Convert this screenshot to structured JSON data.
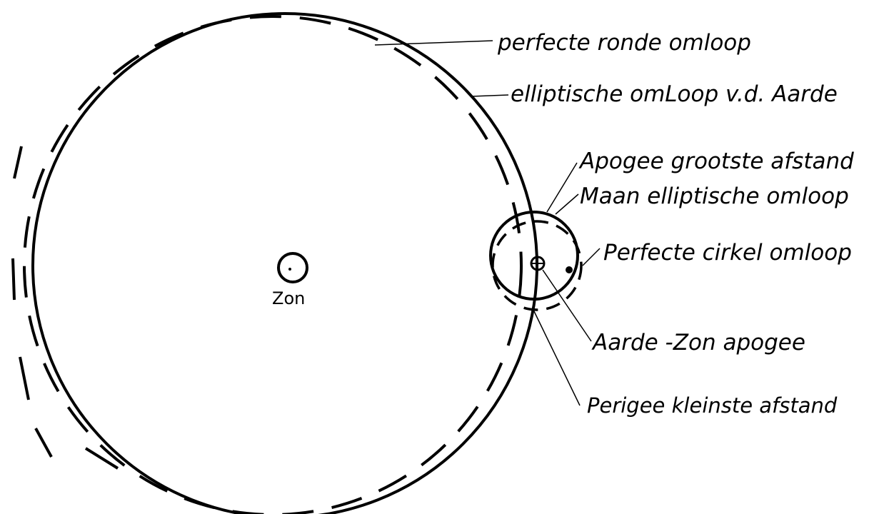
{
  "labels": {
    "perfect_round_orbit": "perfecte ronde omloop",
    "elliptical_earth_orbit": "elliptische omLoop v.d. Aarde",
    "apogee": "Apogee grootste afstand",
    "moon_elliptical_orbit": "Maan elliptische omloop",
    "perfect_circle_orbit": "Perfecte cirkel omloop",
    "earth_sun_apogee": "Aarde -Zon apogee",
    "perigee": "Perigee kleinste afstand",
    "sun": "Zon"
  }
}
